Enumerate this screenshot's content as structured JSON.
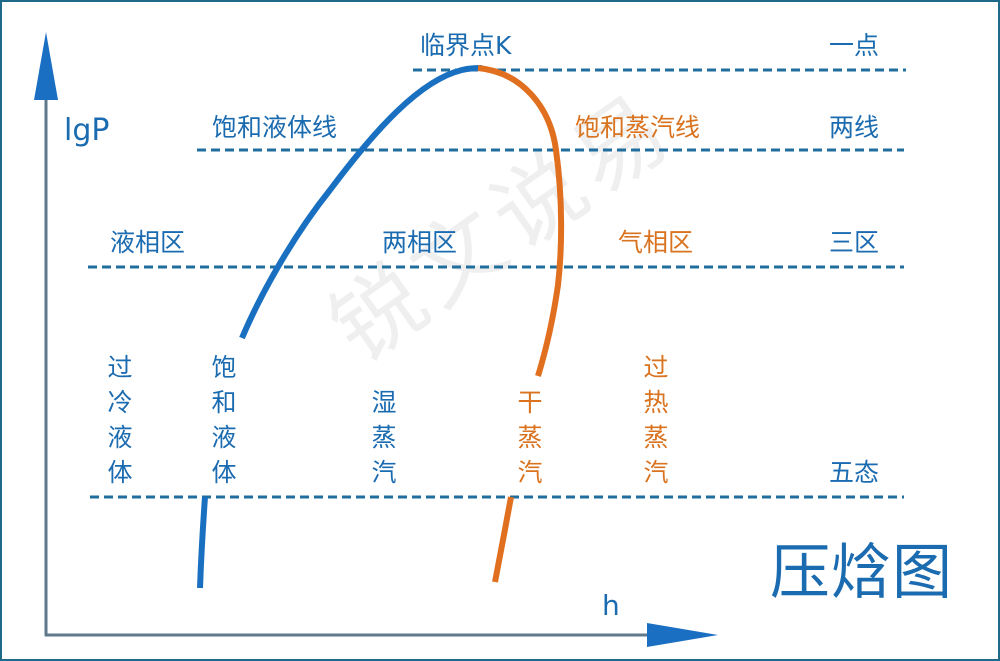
{
  "title": "压焓图",
  "axes": {
    "y_label": "lgP",
    "x_label": "h"
  },
  "colors": {
    "liquid_line": "#1a70c0",
    "vapor_line": "#e07020",
    "dashed_line": "#1f6e9e",
    "axis": "#5f7a8c",
    "border": "#1f6a88"
  },
  "critical_point": {
    "label": "临界点K"
  },
  "lines": {
    "saturated_liquid": "饱和液体线",
    "saturated_vapor": "饱和蒸汽线"
  },
  "regions": {
    "liquid": "液相区",
    "two_phase": "两相区",
    "vapor": "气相区"
  },
  "summary": {
    "one_point": "一点",
    "two_lines": "两线",
    "three_regions": "三区",
    "five_states": "五态"
  },
  "states": [
    {
      "chars": [
        "过",
        "冷",
        "液",
        "体"
      ],
      "color": "blue"
    },
    {
      "chars": [
        "饱",
        "和",
        "液",
        "体"
      ],
      "color": "blue"
    },
    {
      "chars": [
        "湿",
        "蒸",
        "汽"
      ],
      "color": "blue"
    },
    {
      "chars": [
        "干",
        "蒸",
        "汽"
      ],
      "color": "orange"
    },
    {
      "chars": [
        "过",
        "热",
        "蒸",
        "汽"
      ],
      "color": "orange"
    }
  ],
  "watermark": "锐文说易"
}
